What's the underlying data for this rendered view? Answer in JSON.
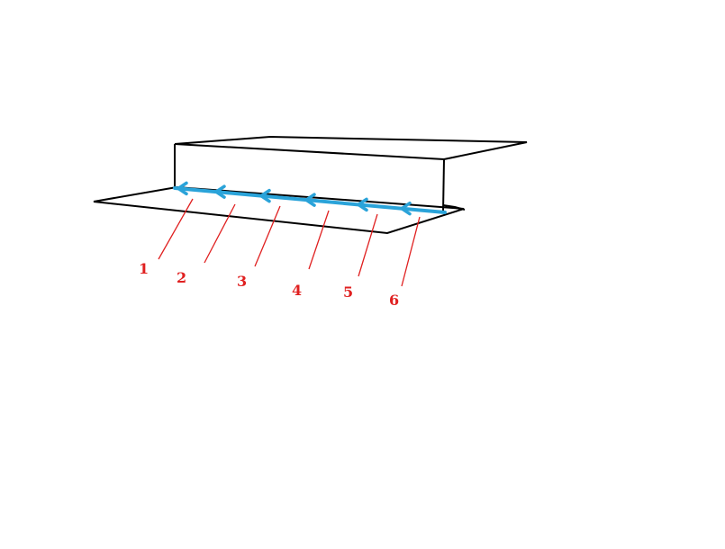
{
  "colors": {
    "outline": "#000000",
    "arrow": "#2aa3d9",
    "callout": "#e02020",
    "background": "#ffffff"
  },
  "callouts": [
    {
      "label": "1"
    },
    {
      "label": "2"
    },
    {
      "label": "3"
    },
    {
      "label": "4"
    },
    {
      "label": "5"
    },
    {
      "label": "6"
    }
  ],
  "arrow_direction": "left"
}
